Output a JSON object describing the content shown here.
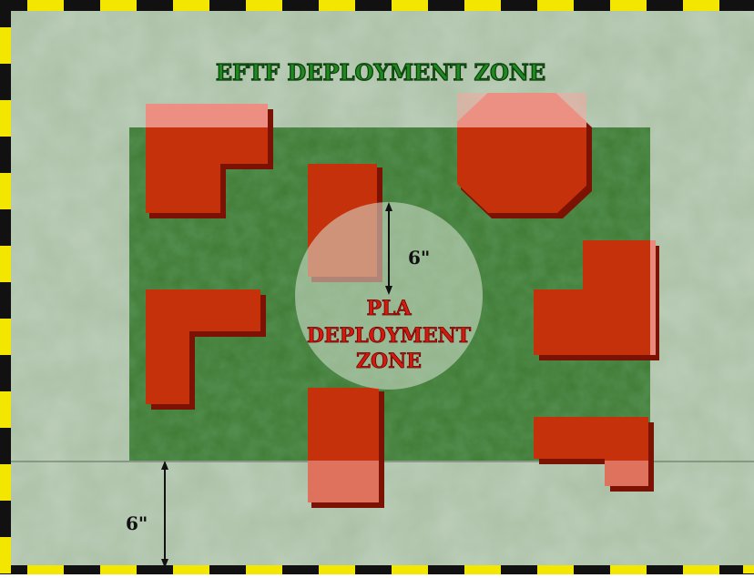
{
  "title": "EFTF DEPLOYMENT ZONE",
  "pla_zone": {
    "line1": "PLA",
    "line2": "DEPLOYMENT",
    "line3": "ZONE"
  },
  "measurements": {
    "center_radius_label": "6\"",
    "edge_distance_label": "6\""
  },
  "colors": {
    "border_yellow": "#f3e600",
    "border_black": "#111111",
    "felt": "#a9bfa5",
    "deployment_grass": "#3f7a33",
    "terrain_red": "#c4310a",
    "terrain_shadow": "#7b1204",
    "terrain_highlight": "#ef8a80",
    "title_green": "#1f8a1f",
    "pla_red": "#d21a0f"
  }
}
